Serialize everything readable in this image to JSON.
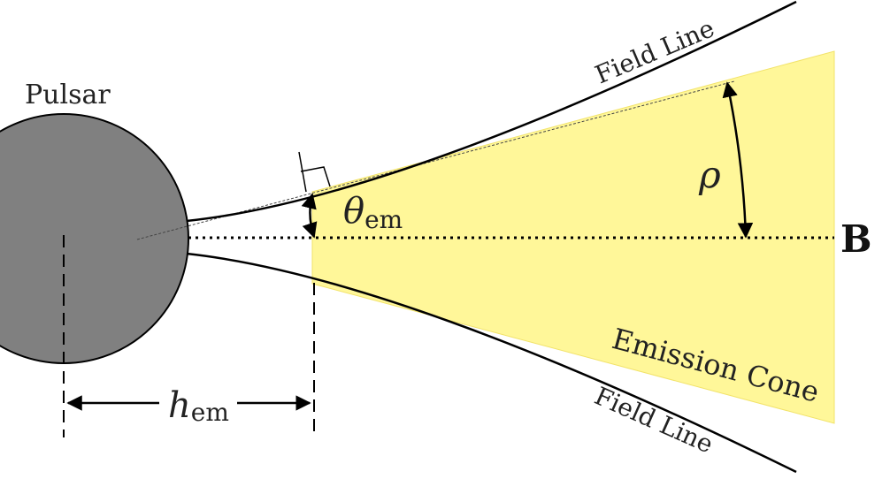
{
  "labels": {
    "pulsar": "Pulsar",
    "field_line_top": "Field Line",
    "field_line_bottom": "Field Line",
    "emission_cone": "Emission Cone",
    "theta_symbol": "θ",
    "theta_sub": "em",
    "rho": "ρ",
    "h_symbol": "h",
    "h_sub": "em",
    "b_axis": "B"
  },
  "colors": {
    "pulsar_fill": "#808080",
    "cone_fill": "#fff799",
    "line": "#000000"
  }
}
